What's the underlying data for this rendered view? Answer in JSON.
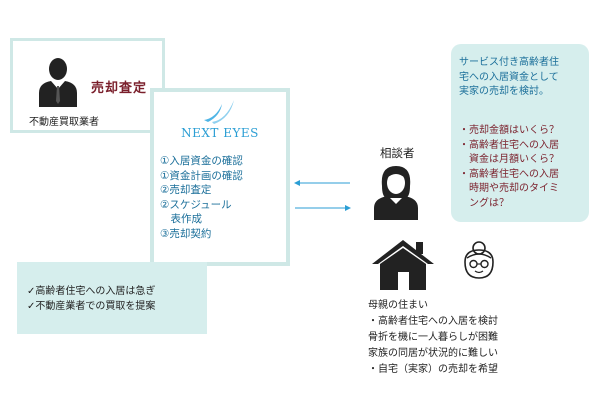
{
  "appraisal": {
    "title": "売却査定",
    "caption": "不動産買取業者"
  },
  "next_eyes": {
    "brand": "NEXT EYES",
    "steps": [
      "①入居資金の確認",
      "①資金計画の確認",
      "②売却査定",
      "②スケジュール",
      "　表作成",
      "③売却契約"
    ]
  },
  "note": {
    "items": [
      "✓高齢者住宅への入居は急ぎ",
      "✓不動産業者での買取を提案"
    ]
  },
  "consultant": {
    "label": "相談者"
  },
  "speech": {
    "intro": [
      "サービス付き高齢者住",
      "宅への入居資金として",
      "実家の売却を検討。"
    ],
    "items": [
      "・売却金額はいくら？",
      "・高齢者住宅への入居",
      "　資金は月額いくら？",
      "・高齢者住宅への入居",
      "　時期や売却のタイミ",
      "　ングは？"
    ]
  },
  "mother": {
    "lines": [
      "母親の住まい",
      "・高齢者住宅への入居を検討",
      "骨折を機に一人暮らしが困難",
      "家族の同居が状況的に難しい",
      "・自宅（実家）の売却を希望"
    ]
  },
  "colors": {
    "teal_border": "#cfe8e6",
    "teal_fill": "#d6eeed",
    "accent_blue": "#2b9ed4",
    "dark_red": "#7a1f2b"
  }
}
